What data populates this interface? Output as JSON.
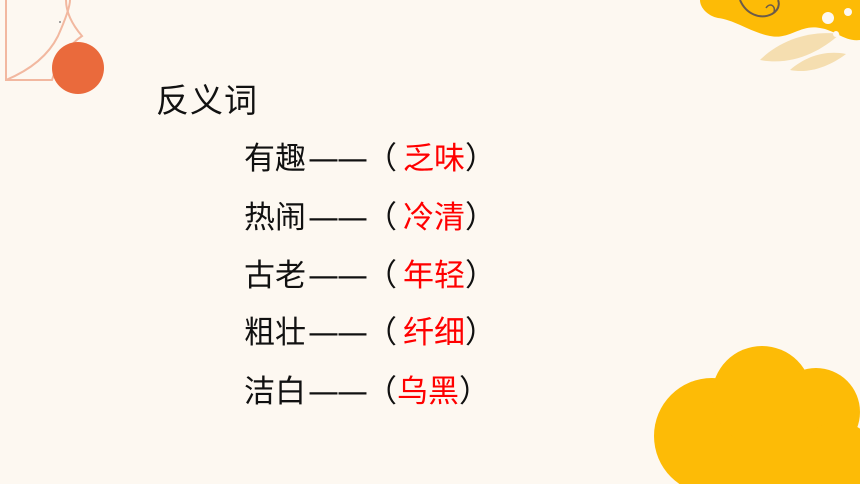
{
  "slide": {
    "title": "反义词",
    "dash": "——",
    "open_paren": "（",
    "close_paren": "）",
    "pairs": [
      {
        "word": "有趣",
        "antonym": "乏味"
      },
      {
        "word": "热闹",
        "antonym": "冷清"
      },
      {
        "word": "古老",
        "antonym": "年轻"
      },
      {
        "word": "粗壮",
        "antonym": "纤细"
      },
      {
        "word": "洁白",
        "antonym": "乌黑"
      }
    ]
  },
  "colors": {
    "background": "#fdf8f1",
    "answer": "#ff0000",
    "text": "#111111",
    "accent_orange": "#ea6a3c",
    "accent_yellow": "#fdbb06",
    "line_peach": "#f2b8a0"
  }
}
